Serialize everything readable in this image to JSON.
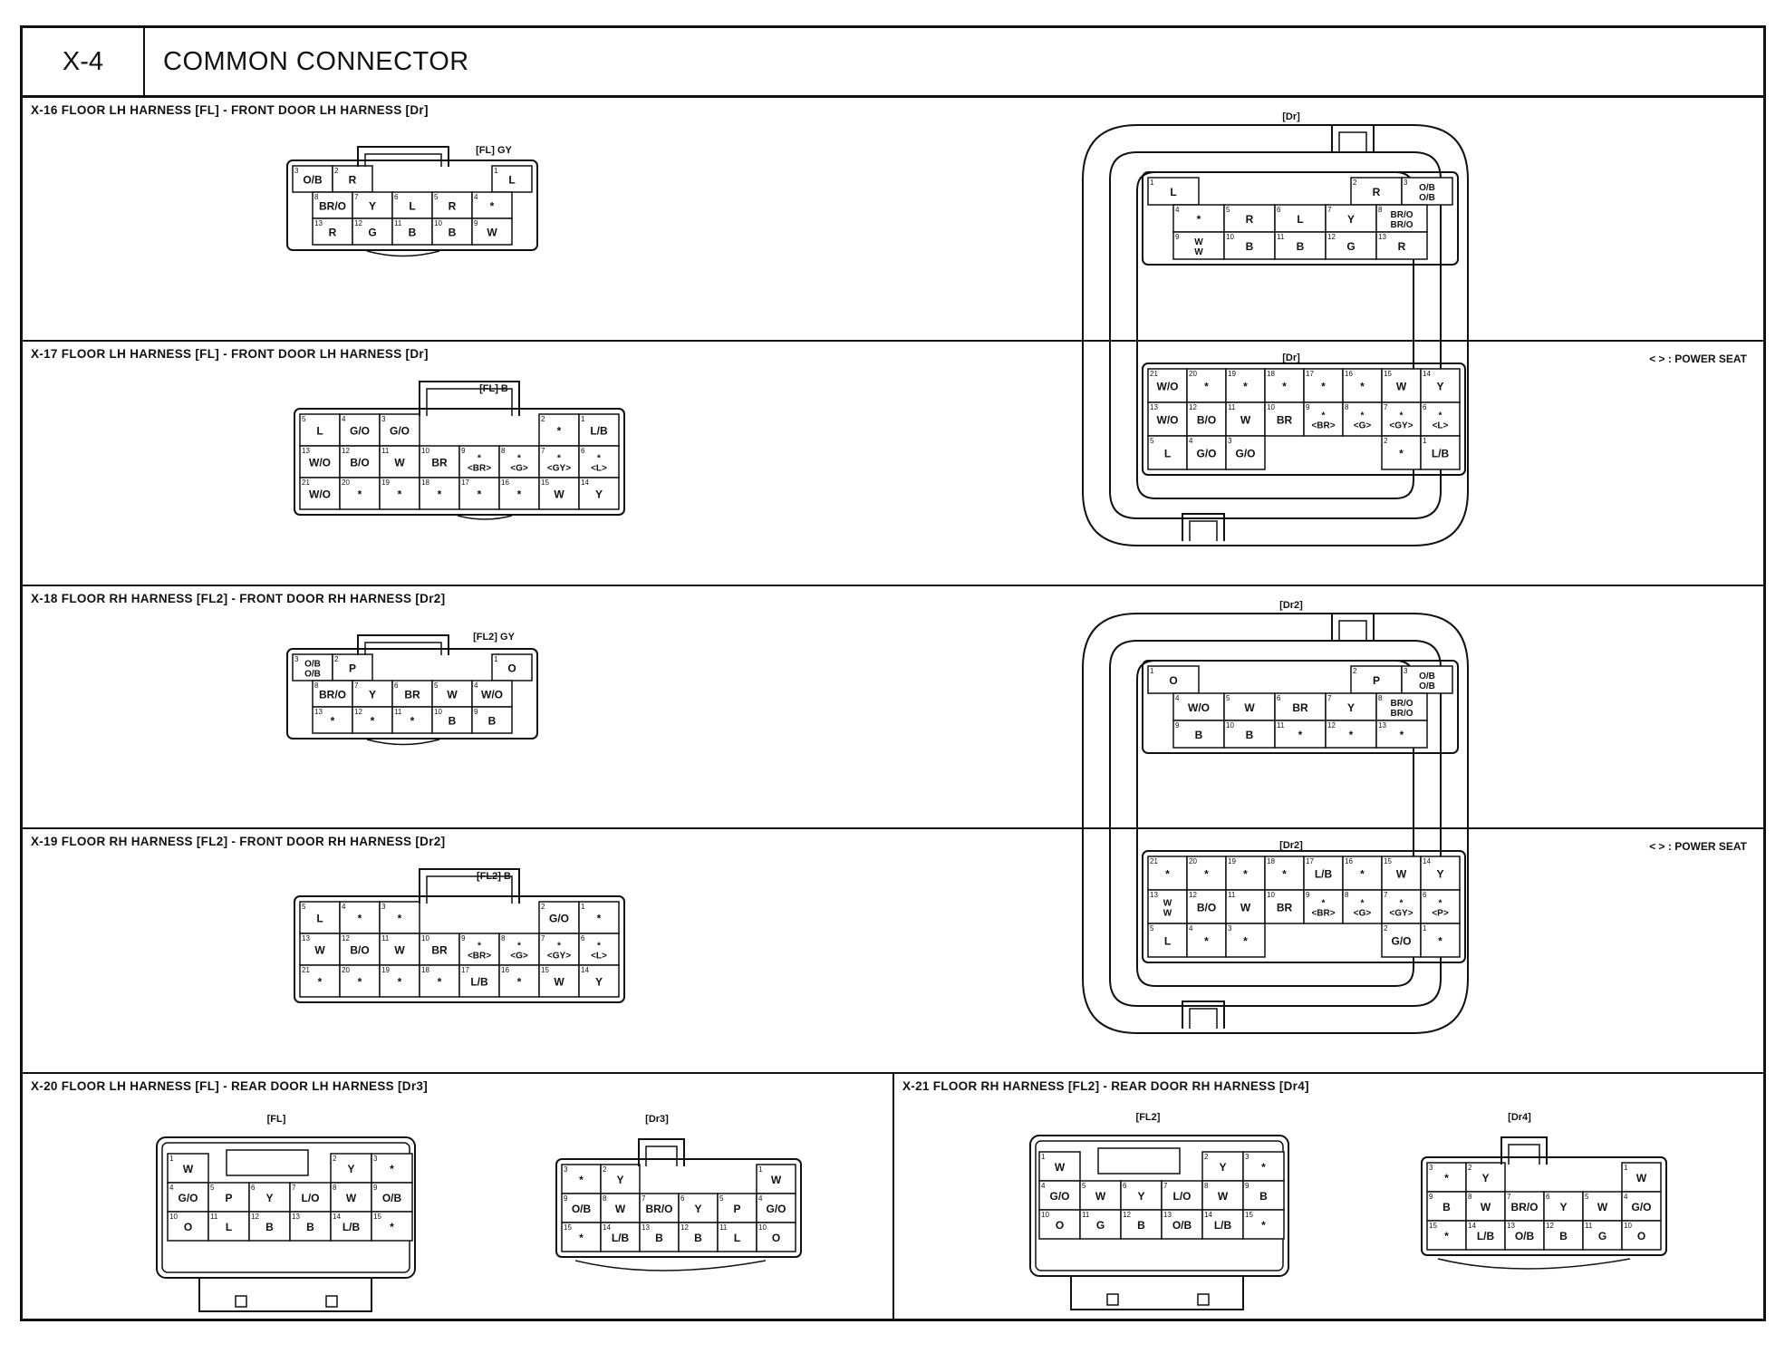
{
  "header": {
    "code": "X-4",
    "title": "COMMON CONNECTOR"
  },
  "power_seat_note": "< > : POWER SEAT",
  "sections": {
    "x16": {
      "title": "X-16 FLOOR LH HARNESS [FL] - FRONT DOOR LH HARNESS [Dr]",
      "left_label": "[FL] GY",
      "right_label": "[Dr]",
      "left": [
        [
          {
            "n": "3",
            "v": "O/B"
          },
          {
            "n": "2",
            "v": "R"
          },
          {
            "n": "",
            "v": ""
          },
          {
            "n": "",
            "v": ""
          },
          {
            "n": "",
            "v": ""
          },
          {
            "n": "1",
            "v": "L"
          }
        ],
        [
          {
            "n": "8",
            "v": "BR/O"
          },
          {
            "n": "7",
            "v": "Y"
          },
          {
            "n": "6",
            "v": "L"
          },
          {
            "n": "5",
            "v": "R"
          },
          {
            "n": "4",
            "v": "*"
          }
        ],
        [
          {
            "n": "13",
            "v": "R"
          },
          {
            "n": "12",
            "v": "G"
          },
          {
            "n": "11",
            "v": "B"
          },
          {
            "n": "10",
            "v": "B"
          },
          {
            "n": "9",
            "v": "W"
          }
        ]
      ],
      "right": [
        [
          {
            "n": "1",
            "v": "L"
          },
          {
            "n": "",
            "v": ""
          },
          {
            "n": "",
            "v": ""
          },
          {
            "n": "",
            "v": ""
          },
          {
            "n": "2",
            "v": "R"
          },
          {
            "n": "3",
            "v": "O/B O/B"
          }
        ],
        [
          {
            "n": "4",
            "v": "*"
          },
          {
            "n": "5",
            "v": "R"
          },
          {
            "n": "6",
            "v": "L"
          },
          {
            "n": "7",
            "v": "Y"
          },
          {
            "n": "8",
            "v": "BR/O BR/O"
          }
        ],
        [
          {
            "n": "9",
            "v": "W W"
          },
          {
            "n": "10",
            "v": "B"
          },
          {
            "n": "11",
            "v": "B"
          },
          {
            "n": "12",
            "v": "G"
          },
          {
            "n": "13",
            "v": "R"
          }
        ]
      ]
    },
    "x17": {
      "title": "X-17 FLOOR LH HARNESS [FL] - FRONT DOOR LH HARNESS [Dr]",
      "left_label": "[FL] B",
      "right_label": "[Dr]",
      "left": [
        [
          {
            "n": "5",
            "v": "L"
          },
          {
            "n": "4",
            "v": "G/O"
          },
          {
            "n": "3",
            "v": "G/O"
          },
          {
            "n": "",
            "v": ""
          },
          {
            "n": "",
            "v": ""
          },
          {
            "n": "",
            "v": ""
          },
          {
            "n": "2",
            "v": "*"
          },
          {
            "n": "1",
            "v": "L/B"
          }
        ],
        [
          {
            "n": "13",
            "v": "W/O"
          },
          {
            "n": "12",
            "v": "B/O"
          },
          {
            "n": "11",
            "v": "W"
          },
          {
            "n": "10",
            "v": "BR"
          },
          {
            "n": "9",
            "v": "* <BR>"
          },
          {
            "n": "8",
            "v": "* <G>"
          },
          {
            "n": "7",
            "v": "* <GY>"
          },
          {
            "n": "6",
            "v": "* <L>"
          }
        ],
        [
          {
            "n": "21",
            "v": "W/O"
          },
          {
            "n": "20",
            "v": "*"
          },
          {
            "n": "19",
            "v": "*"
          },
          {
            "n": "18",
            "v": "*"
          },
          {
            "n": "17",
            "v": "*"
          },
          {
            "n": "16",
            "v": "*"
          },
          {
            "n": "15",
            "v": "W"
          },
          {
            "n": "14",
            "v": "Y"
          }
        ]
      ],
      "right": [
        [
          {
            "n": "21",
            "v": "W/O"
          },
          {
            "n": "20",
            "v": "*"
          },
          {
            "n": "19",
            "v": "*"
          },
          {
            "n": "18",
            "v": "*"
          },
          {
            "n": "17",
            "v": "*"
          },
          {
            "n": "16",
            "v": "*"
          },
          {
            "n": "15",
            "v": "W"
          },
          {
            "n": "14",
            "v": "Y"
          }
        ],
        [
          {
            "n": "13",
            "v": "W/O"
          },
          {
            "n": "12",
            "v": "B/O"
          },
          {
            "n": "11",
            "v": "W"
          },
          {
            "n": "10",
            "v": "BR"
          },
          {
            "n": "9",
            "v": "* <BR>"
          },
          {
            "n": "8",
            "v": "* <G>"
          },
          {
            "n": "7",
            "v": "* <GY>"
          },
          {
            "n": "6",
            "v": "* <L>"
          }
        ],
        [
          {
            "n": "5",
            "v": "L"
          },
          {
            "n": "4",
            "v": "G/O"
          },
          {
            "n": "3",
            "v": "G/O"
          },
          {
            "n": "",
            "v": ""
          },
          {
            "n": "",
            "v": ""
          },
          {
            "n": "",
            "v": ""
          },
          {
            "n": "2",
            "v": "*"
          },
          {
            "n": "1",
            "v": "L/B"
          }
        ]
      ]
    },
    "x18": {
      "title": "X-18 FLOOR RH HARNESS [FL2] - FRONT DOOR RH HARNESS [Dr2]",
      "left_label": "[FL2] GY",
      "right_label": "[Dr2]",
      "left": [
        [
          {
            "n": "3",
            "v": "O/B O/B"
          },
          {
            "n": "2",
            "v": "P"
          },
          {
            "n": "",
            "v": ""
          },
          {
            "n": "",
            "v": ""
          },
          {
            "n": "",
            "v": ""
          },
          {
            "n": "1",
            "v": "O"
          }
        ],
        [
          {
            "n": "8",
            "v": "BR/O"
          },
          {
            "n": "7",
            "v": "Y"
          },
          {
            "n": "6",
            "v": "BR"
          },
          {
            "n": "5",
            "v": "W"
          },
          {
            "n": "4",
            "v": "W/O"
          }
        ],
        [
          {
            "n": "13",
            "v": "*"
          },
          {
            "n": "12",
            "v": "*"
          },
          {
            "n": "11",
            "v": "*"
          },
          {
            "n": "10",
            "v": "B"
          },
          {
            "n": "9",
            "v": "B"
          }
        ]
      ],
      "right": [
        [
          {
            "n": "1",
            "v": "O"
          },
          {
            "n": "",
            "v": ""
          },
          {
            "n": "",
            "v": ""
          },
          {
            "n": "",
            "v": ""
          },
          {
            "n": "2",
            "v": "P"
          },
          {
            "n": "3",
            "v": "O/B O/B"
          }
        ],
        [
          {
            "n": "4",
            "v": "W/O"
          },
          {
            "n": "5",
            "v": "W"
          },
          {
            "n": "6",
            "v": "BR"
          },
          {
            "n": "7",
            "v": "Y"
          },
          {
            "n": "8",
            "v": "BR/O BR/O"
          }
        ],
        [
          {
            "n": "9",
            "v": "B"
          },
          {
            "n": "10",
            "v": "B"
          },
          {
            "n": "11",
            "v": "*"
          },
          {
            "n": "12",
            "v": "*"
          },
          {
            "n": "13",
            "v": "*"
          }
        ]
      ]
    },
    "x19": {
      "title": "X-19 FLOOR RH HARNESS [FL2] - FRONT DOOR RH HARNESS [Dr2]",
      "left_label": "[FL2] B",
      "right_label": "[Dr2]",
      "left": [
        [
          {
            "n": "5",
            "v": "L"
          },
          {
            "n": "4",
            "v": "*"
          },
          {
            "n": "3",
            "v": "*"
          },
          {
            "n": "",
            "v": ""
          },
          {
            "n": "",
            "v": ""
          },
          {
            "n": "",
            "v": ""
          },
          {
            "n": "2",
            "v": "G/O"
          },
          {
            "n": "1",
            "v": "*"
          }
        ],
        [
          {
            "n": "13",
            "v": "W"
          },
          {
            "n": "12",
            "v": "B/O"
          },
          {
            "n": "11",
            "v": "W"
          },
          {
            "n": "10",
            "v": "BR"
          },
          {
            "n": "9",
            "v": "* <BR>"
          },
          {
            "n": "8",
            "v": "* <G>"
          },
          {
            "n": "7",
            "v": "* <GY>"
          },
          {
            "n": "6",
            "v": "* <L>"
          }
        ],
        [
          {
            "n": "21",
            "v": "*"
          },
          {
            "n": "20",
            "v": "*"
          },
          {
            "n": "19",
            "v": "*"
          },
          {
            "n": "18",
            "v": "*"
          },
          {
            "n": "17",
            "v": "L/B"
          },
          {
            "n": "16",
            "v": "*"
          },
          {
            "n": "15",
            "v": "W"
          },
          {
            "n": "14",
            "v": "Y"
          }
        ]
      ],
      "right": [
        [
          {
            "n": "21",
            "v": "*"
          },
          {
            "n": "20",
            "v": "*"
          },
          {
            "n": "19",
            "v": "*"
          },
          {
            "n": "18",
            "v": "*"
          },
          {
            "n": "17",
            "v": "L/B"
          },
          {
            "n": "16",
            "v": "*"
          },
          {
            "n": "15",
            "v": "W"
          },
          {
            "n": "14",
            "v": "Y"
          }
        ],
        [
          {
            "n": "13",
            "v": "W W"
          },
          {
            "n": "12",
            "v": "B/O"
          },
          {
            "n": "11",
            "v": "W"
          },
          {
            "n": "10",
            "v": "BR"
          },
          {
            "n": "9",
            "v": "* <BR>"
          },
          {
            "n": "8",
            "v": "* <G>"
          },
          {
            "n": "7",
            "v": "* <GY>"
          },
          {
            "n": "6",
            "v": "* <P>"
          }
        ],
        [
          {
            "n": "5",
            "v": "L"
          },
          {
            "n": "4",
            "v": "*"
          },
          {
            "n": "3",
            "v": "*"
          },
          {
            "n": "",
            "v": ""
          },
          {
            "n": "",
            "v": ""
          },
          {
            "n": "",
            "v": ""
          },
          {
            "n": "2",
            "v": "G/O"
          },
          {
            "n": "1",
            "v": "*"
          }
        ]
      ]
    },
    "x20": {
      "title": "X-20 FLOOR LH HARNESS [FL] - REAR DOOR LH HARNESS [Dr3]",
      "left_label": "[FL]",
      "right_label": "[Dr3]",
      "left": [
        [
          {
            "n": "1",
            "v": "W"
          },
          {
            "n": "",
            "v": ""
          },
          {
            "n": "",
            "v": ""
          },
          {
            "n": "",
            "v": ""
          },
          {
            "n": "2",
            "v": "Y"
          },
          {
            "n": "3",
            "v": "*"
          }
        ],
        [
          {
            "n": "4",
            "v": "G/O"
          },
          {
            "n": "5",
            "v": "P"
          },
          {
            "n": "6",
            "v": "Y"
          },
          {
            "n": "7",
            "v": "L/O"
          },
          {
            "n": "8",
            "v": "W"
          },
          {
            "n": "9",
            "v": "O/B"
          }
        ],
        [
          {
            "n": "10",
            "v": "O"
          },
          {
            "n": "11",
            "v": "L"
          },
          {
            "n": "12",
            "v": "B"
          },
          {
            "n": "13",
            "v": "B"
          },
          {
            "n": "14",
            "v": "L/B"
          },
          {
            "n": "15",
            "v": "*"
          }
        ]
      ],
      "right": [
        [
          {
            "n": "3",
            "v": "*"
          },
          {
            "n": "2",
            "v": "Y"
          },
          {
            "n": "",
            "v": ""
          },
          {
            "n": "",
            "v": ""
          },
          {
            "n": "",
            "v": ""
          },
          {
            "n": "1",
            "v": "W"
          }
        ],
        [
          {
            "n": "9",
            "v": "O/B"
          },
          {
            "n": "8",
            "v": "W"
          },
          {
            "n": "7",
            "v": "BR/O"
          },
          {
            "n": "6",
            "v": "Y"
          },
          {
            "n": "5",
            "v": "P"
          },
          {
            "n": "4",
            "v": "G/O"
          }
        ],
        [
          {
            "n": "15",
            "v": "*"
          },
          {
            "n": "14",
            "v": "L/B"
          },
          {
            "n": "13",
            "v": "B"
          },
          {
            "n": "12",
            "v": "B"
          },
          {
            "n": "11",
            "v": "L"
          },
          {
            "n": "10",
            "v": "O"
          }
        ]
      ]
    },
    "x21": {
      "title": "X-21 FLOOR RH HARNESS [FL2] - REAR DOOR RH HARNESS [Dr4]",
      "left_label": "[FL2]",
      "right_label": "[Dr4]",
      "left": [
        [
          {
            "n": "1",
            "v": "W"
          },
          {
            "n": "",
            "v": ""
          },
          {
            "n": "",
            "v": ""
          },
          {
            "n": "",
            "v": ""
          },
          {
            "n": "2",
            "v": "Y"
          },
          {
            "n": "3",
            "v": "*"
          }
        ],
        [
          {
            "n": "4",
            "v": "G/O"
          },
          {
            "n": "5",
            "v": "W"
          },
          {
            "n": "6",
            "v": "Y"
          },
          {
            "n": "7",
            "v": "L/O"
          },
          {
            "n": "8",
            "v": "W"
          },
          {
            "n": "9",
            "v": "B"
          }
        ],
        [
          {
            "n": "10",
            "v": "O"
          },
          {
            "n": "11",
            "v": "G"
          },
          {
            "n": "12",
            "v": "B"
          },
          {
            "n": "13",
            "v": "O/B"
          },
          {
            "n": "14",
            "v": "L/B"
          },
          {
            "n": "15",
            "v": "*"
          }
        ]
      ],
      "right": [
        [
          {
            "n": "3",
            "v": "*"
          },
          {
            "n": "2",
            "v": "Y"
          },
          {
            "n": "",
            "v": ""
          },
          {
            "n": "",
            "v": ""
          },
          {
            "n": "",
            "v": ""
          },
          {
            "n": "1",
            "v": "W"
          }
        ],
        [
          {
            "n": "9",
            "v": "B"
          },
          {
            "n": "8",
            "v": "W"
          },
          {
            "n": "7",
            "v": "BR/O"
          },
          {
            "n": "6",
            "v": "Y"
          },
          {
            "n": "5",
            "v": "W"
          },
          {
            "n": "4",
            "v": "G/O"
          }
        ],
        [
          {
            "n": "15",
            "v": "*"
          },
          {
            "n": "14",
            "v": "L/B"
          },
          {
            "n": "13",
            "v": "O/B"
          },
          {
            "n": "12",
            "v": "B"
          },
          {
            "n": "11",
            "v": "G"
          },
          {
            "n": "10",
            "v": "O"
          }
        ]
      ]
    }
  }
}
